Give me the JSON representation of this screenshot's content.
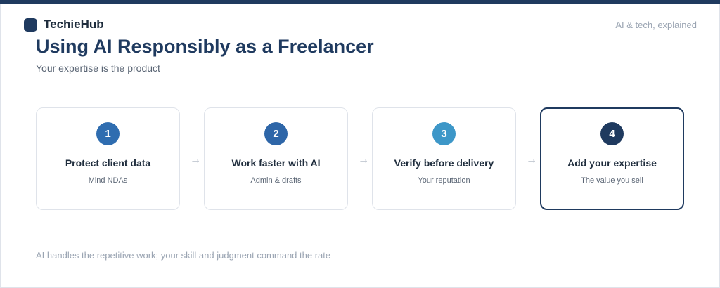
{
  "header": {
    "brand_name": "TechieHub",
    "tagline": "AI & tech, explained"
  },
  "title": "Using AI Responsibly as a Freelancer",
  "subtitle": "Your expertise is the product",
  "steps": [
    {
      "number": "1",
      "title": "Protect client data",
      "description": "Mind NDAs",
      "color": "#2f6db0"
    },
    {
      "number": "2",
      "title": "Work faster with AI",
      "description": "Admin & drafts",
      "color": "#2e66a8"
    },
    {
      "number": "3",
      "title": "Verify before delivery",
      "description": "Your reputation",
      "color": "#3d97c8"
    },
    {
      "number": "4",
      "title": "Add your expertise",
      "description": "The value you sell",
      "color": "#1f3a5f"
    }
  ],
  "arrow_glyph": "→",
  "footer": "AI handles the repetitive work; your skill and judgment command the rate",
  "colors": {
    "accent": "#1f3a5f",
    "border": "#dfe3ea",
    "muted": "#9aa4b2"
  }
}
